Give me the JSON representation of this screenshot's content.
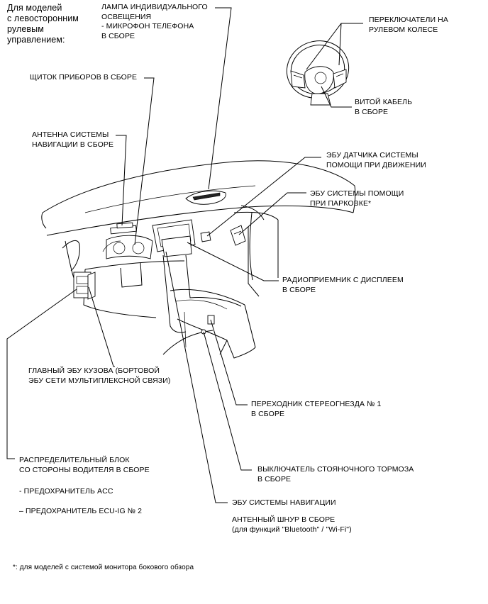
{
  "header_note": "Для моделей\nс левосторонним\nрулевым\nуправлением:",
  "labels": {
    "lamp": "ЛАМПА ИНДИВИДУАЛЬНОГО\nОСВЕЩЕНИЯ\n- МИКРОФОН ТЕЛЕФОНА\nВ СБОРЕ",
    "steering_switches": "ПЕРЕКЛЮЧАТЕЛИ НА\nРУЛЕВОМ КОЛЕСЕ",
    "spiral_cable": "ВИТОЙ КАБЕЛЬ\nВ СБОРЕ",
    "instrument_cluster": "ЩИТОК ПРИБОРОВ В СБОРЕ",
    "nav_antenna": "АНТЕННА СИСТЕМЫ\nНАВИГАЦИИ В СБОРЕ",
    "drive_assist_ecu": "ЭБУ ДАТЧИКА СИСТЕМЫ\nПОМОЩИ ПРИ ДВИЖЕНИИ",
    "parking_assist_ecu": "ЭБУ СИСТЕМЫ ПОМОЩИ\nПРИ ПАРКОВКЕ*",
    "radio_display": "РАДИОПРИЕМНИК С ДИСПЛЕЕМ\nВ СБОРЕ",
    "main_body_ecu": "ГЛАВНЫЙ ЭБУ КУЗОВА (БОРТОВОЙ\nЭБУ СЕТИ МУЛЬТИПЛЕКСНОЙ СВЯЗИ)",
    "stereo_jack": "ПЕРЕХОДНИК СТЕРЕОГНЕЗДА № 1\nВ СБОРЕ",
    "junction_block": "РАСПРЕДЕЛИТЕЛЬНЫЙ БЛОК\nСО СТОРОНЫ ВОДИТЕЛЯ В СБОРЕ",
    "parking_brake_switch": "ВЫКЛЮЧАТЕЛЬ СТОЯНОЧНОГО ТОРМОЗА\nВ СБОРЕ",
    "fuse_acc": "- ПРЕДОХРАНИТЕЛЬ ACC",
    "fuse_ecuig": "– ПРЕДОХРАНИТЕЛЬ ECU-IG № 2",
    "nav_ecu": "ЭБУ СИСТЕМЫ НАВИГАЦИИ",
    "antenna_cord": "АНТЕННЫЙ ШНУР В СБОРЕ\n(для функций \"Bluetooth\" / \"Wi-Fi\")"
  },
  "footnote": "*: для моделей с системой монитора бокового обзора"
}
